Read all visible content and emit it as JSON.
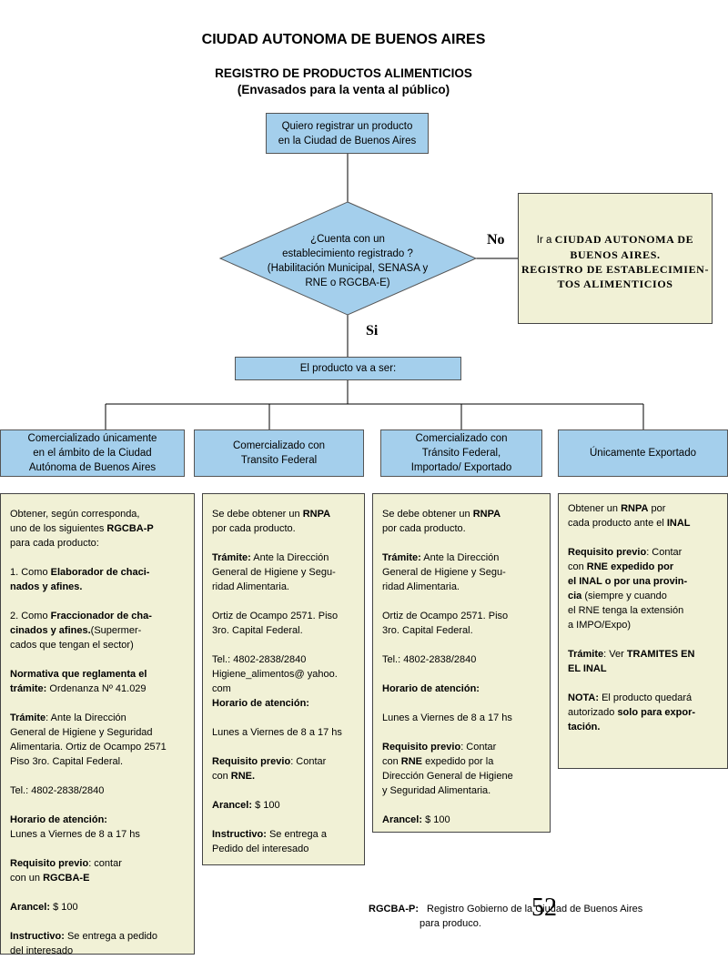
{
  "header": {
    "title": "CIUDAD AUTONOMA DE BUENOS AIRES",
    "subtitle1": "REGISTRO DE PRODUCTOS ALIMENTICIOS",
    "subtitle2": "(Envasados para la venta al público)"
  },
  "flow": {
    "start": "Quiero registrar un producto\nen la Ciudad de Buenos Aires",
    "question": "¿Cuenta con un\nestablecimiento registrado ?\n(Habilitación Municipal, SENASA y\nRNE o RGCBA-E)",
    "no_label": "No",
    "si_label": "Si",
    "no_box_prefix": "Ir a ",
    "no_box_bold": "CIUDAD AUTONOMA DE BUENOS AIRES.\nREGISTRO DE ESTABLECIMIEN-\nTOS ALIMENTICIOS",
    "product": "El producto va a ser:",
    "cat1": "Comercializado únicamente\nen el ámbito de la Ciudad\nAutónoma de Buenos Aires",
    "cat2": "Comercializado con\nTransito Federal",
    "cat3": "Comercializado con\nTránsito Federal,\nImportado/ Exportado",
    "cat4": "Únicamente Exportado"
  },
  "col1": {
    "p1a": "Obtener, según corresponda,\nuno de los siguientes ",
    "p1b": "RGCBA-P",
    "p1c": "\npara cada producto:",
    "i1a": "1. Como ",
    "i1b": "Elaborador de chaci-\n    nados y afines.",
    "i2a": "2. Como ",
    "i2b": "Fraccionador de cha-\n    cinados y afines.",
    "i2c": "(Supermer-\n    cados que tengan el sector)",
    "norm_b": "Normativa que reglamenta el\ntrámite:",
    "norm_t": " Ordenanza Nº 41.029",
    "tram_b": "Trámite",
    "tram_t": ": Ante la Dirección\nGeneral de Higiene y Seguridad\nAlimentaria. Ortiz de Ocampo 2571\nPiso 3ro. Capital Federal.",
    "tel": "Tel.: 4802-2838/2840",
    "hor_b": "Horario de atención:",
    "hor_t": "\nLunes a Viernes de 8 a 17 hs",
    "req_b": "Requisito previo",
    "req_t": ": contar\ncon un ",
    "req_b2": "RGCBA-E",
    "ara_b": "Arancel:",
    "ara_t": " $ 100",
    "ins_b": "Instructivo:",
    "ins_t": " Se entrega a pedido\ndel interesado"
  },
  "col2": {
    "p1a": "Se debe obtener un ",
    "p1b": "RNPA",
    "p1c": "\npor cada producto.",
    "tram_b": "Trámite:",
    "tram_t": " Ante la Dirección\nGeneral de Higiene y Segu-\nridad Alimentaria.",
    "addr": "Ortiz de Ocampo 2571. Piso\n3ro. Capital Federal.",
    "tel": "Tel.: 4802-2838/2840\nHigiene_alimentos@ yahoo.\ncom",
    "hor_b": "Horario de atención:",
    "hor_t": "Lunes a Viernes de 8 a 17 hs",
    "req_b": "Requisito previo",
    "req_t": ": Contar\ncon ",
    "req_b2": "RNE.",
    "ara_b": "Arancel:",
    "ara_t": " $ 100",
    "ins_b": "Instructivo:",
    "ins_t": " Se entrega a\nPedido del interesado"
  },
  "col3": {
    "p1a": "Se debe obtener un ",
    "p1b": "RNPA",
    "p1c": "\npor cada producto.",
    "tram_b": "Trámite:",
    "tram_t": " Ante la Dirección\nGeneral de Higiene y Segu-\nridad Alimentaria.",
    "addr": "Ortiz de Ocampo 2571. Piso\n3ro. Capital Federal.",
    "tel": "Tel.: 4802-2838/2840",
    "hor_b": "Horario de atención:",
    "hor_t": "Lunes a Viernes de 8 a 17 hs",
    "req_b": "Requisito previo",
    "req_t": ": Contar\ncon ",
    "req_b2": "RNE",
    "req_t2": " expedido por la\nDirección General de Higiene\ny Seguridad Alimentaria.",
    "ara_b": "Arancel:",
    "ara_t": " $ 100"
  },
  "col4": {
    "p1a": "Obtener un  ",
    "p1b": "RNPA",
    "p1c": " por\ncada producto ante el ",
    "p1d": "INAL",
    "req_b": "Requisito previo",
    "req_t": ": Contar\ncon ",
    "req_b2": "RNE expedido por\nel INAL o por una provin-\ncia",
    "req_t2": " (siempre y cuando\nel RNE tenga la extensión\na IMPO/Expo)",
    "tram_b": "Trámite",
    "tram_t": ": Ver ",
    "tram_b2": "TRAMITES EN\nEL INAL",
    "nota_b": "NOTA:",
    "nota_t": " El producto quedará\nautorizado ",
    "nota_b2": "solo para expor-\ntación."
  },
  "footer": {
    "abbr": "RGCBA-P:",
    "def1": "Registro Gobierno de la Ciudad de Buenos Aires",
    "def2": "para produco.",
    "page": "52"
  }
}
